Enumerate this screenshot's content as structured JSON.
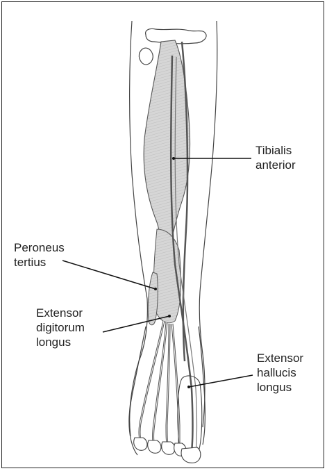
{
  "labels": {
    "tibialis_anterior": {
      "line1": "Tibialis",
      "line2": "anterior"
    },
    "peroneus_tertius": {
      "line1": "Peroneus",
      "line2": "tertius"
    },
    "extensor_digitorum_longus": {
      "line1": "Extensor",
      "line2": "digitorum",
      "line3": "longus"
    },
    "extensor_hallucis_longus": {
      "line1": "Extensor",
      "line2": "hallucis",
      "line3": "longus"
    }
  },
  "colors": {
    "outline": "#333333",
    "muscle_fill": "#d2d2d2",
    "tendon": "#555555",
    "background": "#ffffff"
  }
}
